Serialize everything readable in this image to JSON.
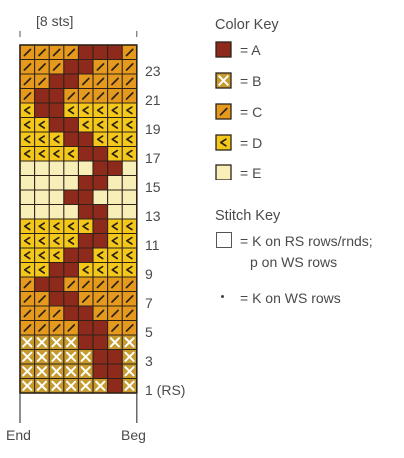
{
  "chart": {
    "width_label": "[8 sts]",
    "end_label": "End",
    "beg_label": "Beg",
    "row_numbers": [
      "23",
      "21",
      "19",
      "17",
      "15",
      "13",
      "11",
      "9",
      "7",
      "5",
      "3",
      "1 (RS)"
    ],
    "rows": [
      "CCCCAAAC",
      "CCCAACCC",
      "CCAACCCC",
      "CAACCCCC",
      "DAADDDDD",
      "DDAADDDD",
      "DDDAADDD",
      "DDDDAADD",
      "EEEEEAAE",
      "EEEEAAEE",
      "EEEAAEEE",
      "EEEEAAEE",
      "DDDDDADD",
      "DDDDAADD",
      "DDDAADDD",
      "DDAADDDD",
      "CAACCCCC",
      "CCAACCCC",
      "CCCAACCC",
      "CCCCAACC",
      "BBBBAABB",
      "BBBBBAAB",
      "BBBBBAAB",
      "BBBBBBAB"
    ]
  },
  "color_key": {
    "title": "Color Key",
    "items": [
      {
        "code": "A",
        "label": "= A",
        "color": "#8e2a1b"
      },
      {
        "code": "B",
        "label": "= B",
        "color": "#c79a2e"
      },
      {
        "code": "C",
        "label": "= C",
        "color": "#e59a1e"
      },
      {
        "code": "D",
        "label": "= D",
        "color": "#f3c81b"
      },
      {
        "code": "E",
        "label": "= E",
        "color": "#f8efb8"
      }
    ]
  },
  "stitch_key": {
    "title": "Stitch Key",
    "items": [
      {
        "symbol": "empty-square",
        "line1": "= K on RS rows/rnds;",
        "line2": "p on WS rows"
      },
      {
        "symbol": "dot",
        "line1": "= K on WS rows",
        "line2": ""
      }
    ]
  }
}
